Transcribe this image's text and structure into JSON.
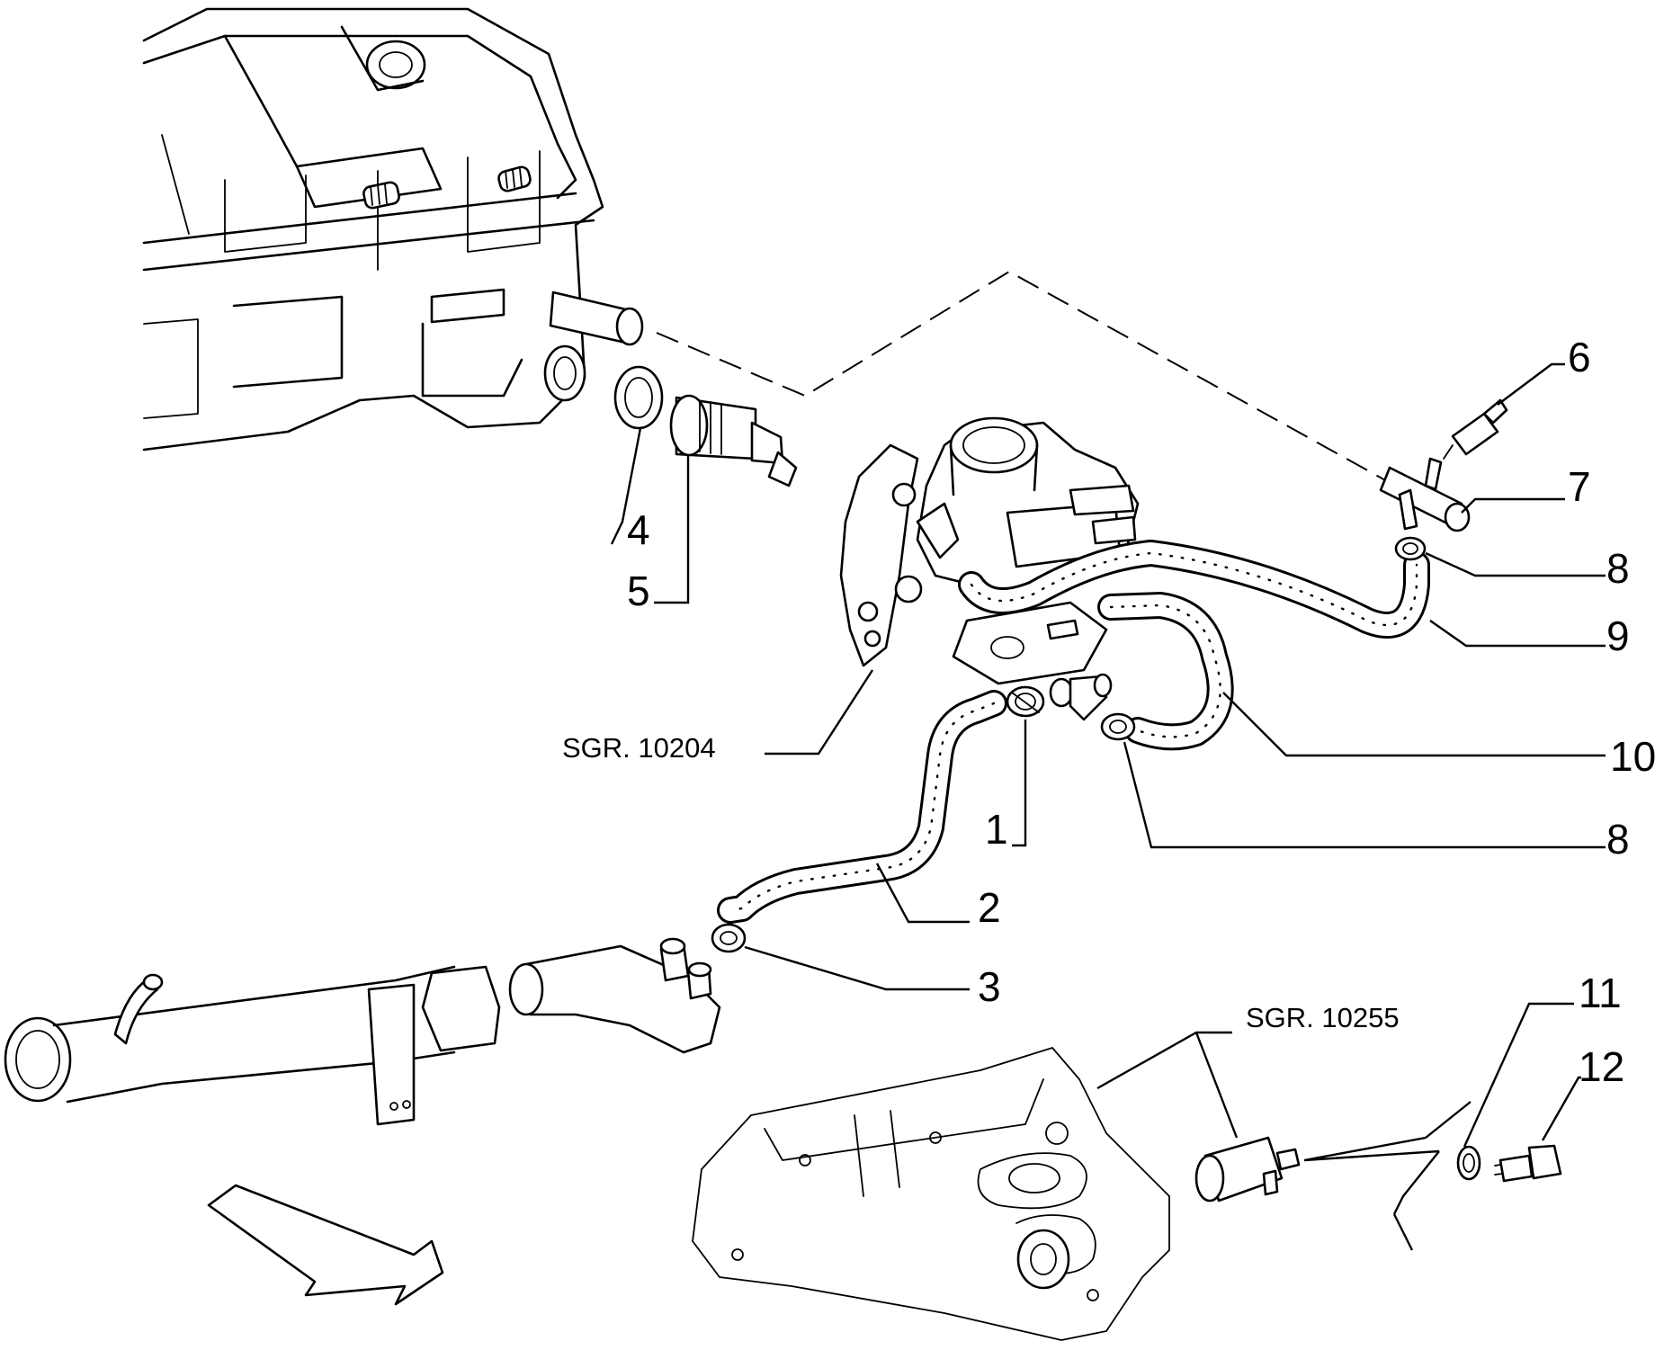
{
  "callouts": {
    "c1": "1",
    "c2": "2",
    "c3": "3",
    "c4": "4",
    "c5": "5",
    "c6": "6",
    "c7": "7",
    "c8a": "8",
    "c9": "9",
    "c10": "10",
    "c8b": "8",
    "c11": "11",
    "c12": "12"
  },
  "references": {
    "sgr_carb": "SGR. 10204",
    "sgr_manifold": "SGR. 10255"
  }
}
